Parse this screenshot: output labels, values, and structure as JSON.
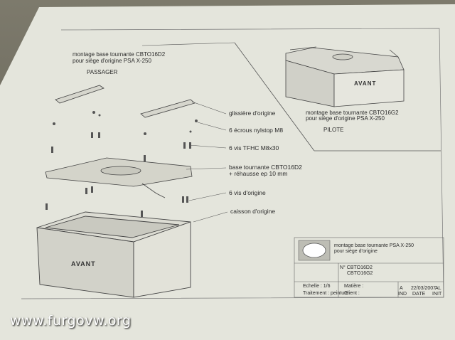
{
  "passenger": {
    "line1": "montage base tournante CBTO16D2",
    "line2": "pour siège d'origine PSA X-250",
    "side": "PASSAGER"
  },
  "pilot": {
    "line1": "montage base tournante CBTO16G2",
    "line2": "pour siège d'origine PSA X-250",
    "side": "PILOTE"
  },
  "callouts": [
    "glissière d'origine",
    "6 écrous nylstop M8",
    "6 vis TFHC M8x30",
    "base tournante CBTO16D2",
    "+ réhausse ep 10 mm",
    "6 vis d'origine",
    "caisson d'origine"
  ],
  "box_front_label": "AVANT",
  "small_box_label": "AVANT",
  "title_block": {
    "title_line1": "montage base tournante PSA X-250",
    "title_line2": "pour siège d'origine",
    "part_no_1": "N° CBTO16D2",
    "part_no_2": "CBTO16G2",
    "scale": "Echelle : 1/6",
    "material": "Matière :",
    "treatment": "Traitement : peinture",
    "client": "Client :",
    "rev_letter": "A",
    "rev_date": "22/03/2007",
    "rev_init": "AL",
    "col_ind": "IND",
    "col_date": "DATE",
    "col_init": "INIT"
  },
  "watermark": "www.furgovw.org"
}
